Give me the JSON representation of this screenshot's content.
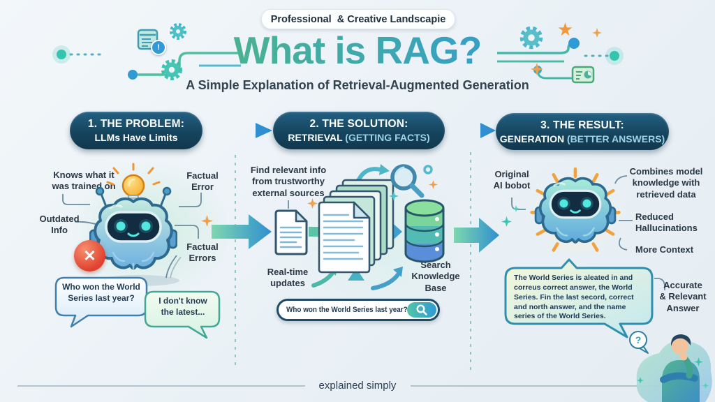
{
  "banner": {
    "text": "Professional  & Creative Landscapie"
  },
  "header": {
    "title": "What is RAG?",
    "subtitle": "A Simple Explanation of Retrieval-Augmented Generation"
  },
  "steps": [
    {
      "line1": "1. THE PROBLEM:",
      "main": "LLMs Have Limits",
      "note": ""
    },
    {
      "line1": "2. THE SOLUTION:",
      "main": "RETRIEVAL",
      "note": " (GETTING FACTS)"
    },
    {
      "line1": "3. THE RESULT:",
      "main": "GENERATION",
      "note": " (BETTER ANSWERS)"
    }
  ],
  "problem": {
    "label_trained": "Knows what it\nwas trained on",
    "label_factual_error": "Factual\nError",
    "label_outdated": "Outdated\nInfo",
    "label_factual_errors": "Factual\nErrors",
    "bubble_question": "Who won the World\nSeries last year?",
    "bubble_answer": "I don't know\nthe latest..."
  },
  "solution": {
    "label_find": "Find relevant info\nfrom trustworthy\nexternal sources",
    "label_realtime": "Real-time\nupdates",
    "label_search_kb": "Search\nKnowledge\nBase",
    "search_query": "Who won the World Series last year?"
  },
  "result": {
    "label_original": "Original\nAI bobot",
    "label_combines": "Combines model\nknowledge with\nretrieved data",
    "label_reduced": "Reduced\nHallucinations",
    "label_context": "More Context",
    "label_accurate": "Accurate\n& Relevant\nAnswer",
    "answer_text": "The World Series is aleated in and\ncorreus correct answer, the World\nSeries. Fin the last secord, correct\nand north answer, and the name\nseries of the World Series."
  },
  "footer": {
    "text": "explained simply"
  },
  "glyphs": {
    "error_x": "✕",
    "exclamation": "!",
    "question_mark": "?"
  },
  "colors": {
    "accent_green": "#4db58a",
    "accent_blue": "#2f9ad6",
    "pill_bg": "#16455e",
    "pill_note": "#9cd3e8",
    "error_red": "#e0412e",
    "orange": "#f09d3f",
    "teal": "#3fc4b0"
  }
}
